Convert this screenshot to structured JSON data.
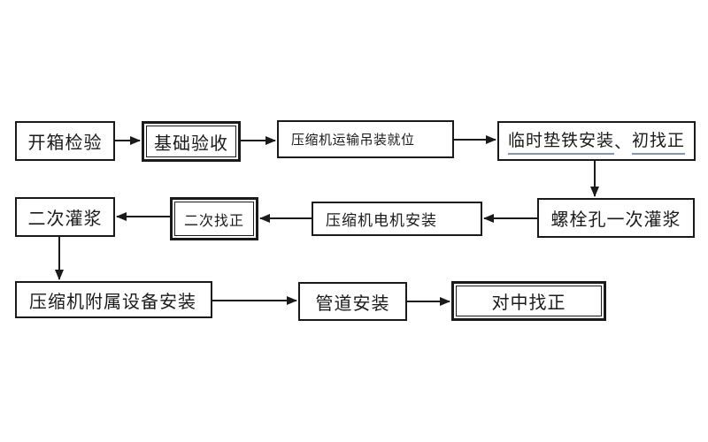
{
  "diagram": {
    "type": "flowchart",
    "background": "#ffffff",
    "line_color": "#1a1a1a",
    "underline_color": "#8096bb",
    "nodes": [
      {
        "label": "开箱检验",
        "shape": "rectangle"
      },
      {
        "label": "基础验收",
        "shape": "double-rectangle"
      },
      {
        "label": "压缩机运输吊装就位",
        "shape": "rectangle"
      },
      {
        "label": "临时垫铁安装、初找正",
        "part1": "临时垫铁安装",
        "separator": "、",
        "part2": "初找正",
        "shape": "rectangle",
        "underlined": true
      },
      {
        "label": "二次灌浆",
        "shape": "rectangle"
      },
      {
        "label": "二次找正",
        "shape": "double-rectangle"
      },
      {
        "label": "压缩机电机安装",
        "shape": "rectangle"
      },
      {
        "label": "螺栓孔一次灌浆",
        "shape": "rectangle"
      },
      {
        "label": "压缩机附属设备安装",
        "shape": "rectangle"
      },
      {
        "label": "管道安装",
        "shape": "rectangle"
      },
      {
        "label": "对中找正",
        "shape": "double-rectangle"
      }
    ],
    "edges": [
      {
        "from": "开箱检验",
        "to": "基础验收"
      },
      {
        "from": "基础验收",
        "to": "压缩机运输吊装就位"
      },
      {
        "from": "压缩机运输吊装就位",
        "to": "临时垫铁安装、初找正"
      },
      {
        "from": "临时垫铁安装、初找正",
        "to": "螺栓孔一次灌浆"
      },
      {
        "from": "螺栓孔一次灌浆",
        "to": "压缩机电机安装"
      },
      {
        "from": "压缩机电机安装",
        "to": "二次找正"
      },
      {
        "from": "二次找正",
        "to": "二次灌浆"
      },
      {
        "from": "二次灌浆",
        "to": "压缩机附属设备安装"
      },
      {
        "from": "压缩机附属设备安装",
        "to": "管道安装"
      },
      {
        "from": "管道安装",
        "to": "对中找正"
      }
    ]
  }
}
